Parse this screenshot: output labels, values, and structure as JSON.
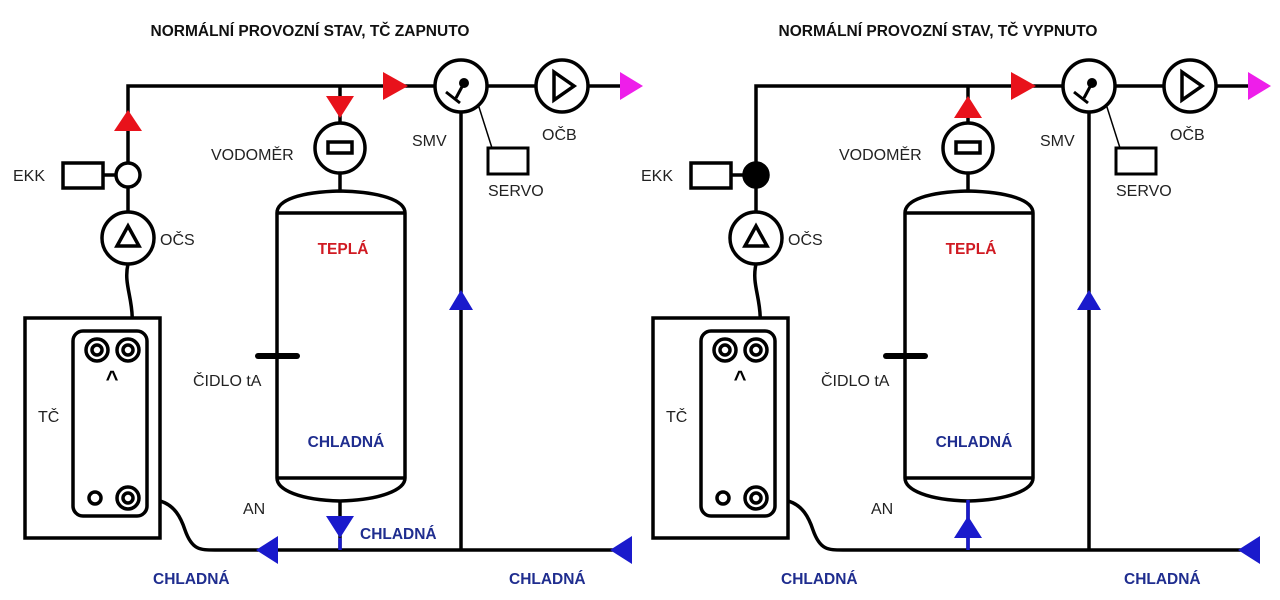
{
  "colors": {
    "hot": "#e8121b",
    "cold": "#1a1acc",
    "cold_text": "#1f2d8f",
    "hot_text": "#d01a22",
    "outlet": "#ee1eea",
    "line": "#000000"
  },
  "panels": [
    {
      "id": "on",
      "title": "NORMÁLNÍ PROVOZNÍ STAV, TČ ZAPNUTO",
      "ekk_valve_state": "open",
      "meter_flow_direction": "down",
      "tank_outlet_flow_direction": "down",
      "labels": {
        "ekk": "EKK",
        "ocs": "OČS",
        "tc": "TČ",
        "vodomer": "VODOMĚR",
        "smv": "SMV",
        "ocb": "OČB",
        "servo": "SERVO",
        "cidlo": "ČIDLO tA",
        "an": "AN",
        "tank_top": "TEPLÁ",
        "tank_bottom": "CHLADNÁ",
        "tank_outlet": "CHLADNÁ",
        "return_left": "CHLADNÁ",
        "inlet_right": "CHLADNÁ",
        "exchanger_mark": "^"
      }
    },
    {
      "id": "off",
      "title": "NORMÁLNÍ PROVOZNÍ STAV, TČ VYPNUTO",
      "ekk_valve_state": "closed",
      "meter_flow_direction": "up",
      "tank_outlet_flow_direction": "up",
      "labels": {
        "ekk": "EKK",
        "ocs": "OČS",
        "tc": "TČ",
        "vodomer": "VODOMĚR",
        "smv": "SMV",
        "ocb": "OČB",
        "servo": "SERVO",
        "cidlo": "ČIDLO tA",
        "an": "AN",
        "tank_top": "TEPLÁ",
        "tank_bottom": "CHLADNÁ",
        "tank_outlet": "",
        "return_left": "CHLADNÁ",
        "inlet_right": "CHLADNÁ",
        "exchanger_mark": "^"
      }
    }
  ]
}
